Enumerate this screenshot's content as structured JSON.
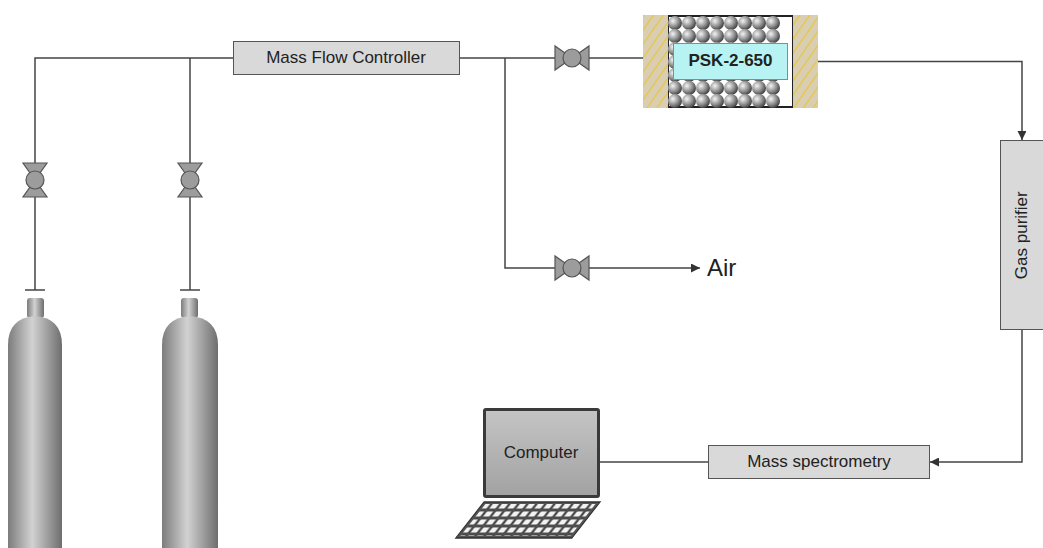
{
  "diagram": {
    "nodes": [
      {
        "text": [
          "Mass Flow Controller"
        ]
      },
      {
        "text": [
          "PSK-2-650"
        ]
      },
      {
        "text": [
          "Gas purifier"
        ]
      },
      {
        "text": [
          "Mass spectrometry"
        ]
      },
      {
        "text": [
          "Computer"
        ]
      }
    ],
    "edges": [
      {
        "from": 0,
        "to": 1,
        "arrow": "none"
      },
      {
        "from": 1,
        "to": 2,
        "arrow": "to"
      },
      {
        "from": 2,
        "to": 3,
        "arrow": "to"
      },
      {
        "from": 3,
        "to": 4,
        "arrow": "none"
      }
    ],
    "labels": [
      "Air"
    ]
  }
}
